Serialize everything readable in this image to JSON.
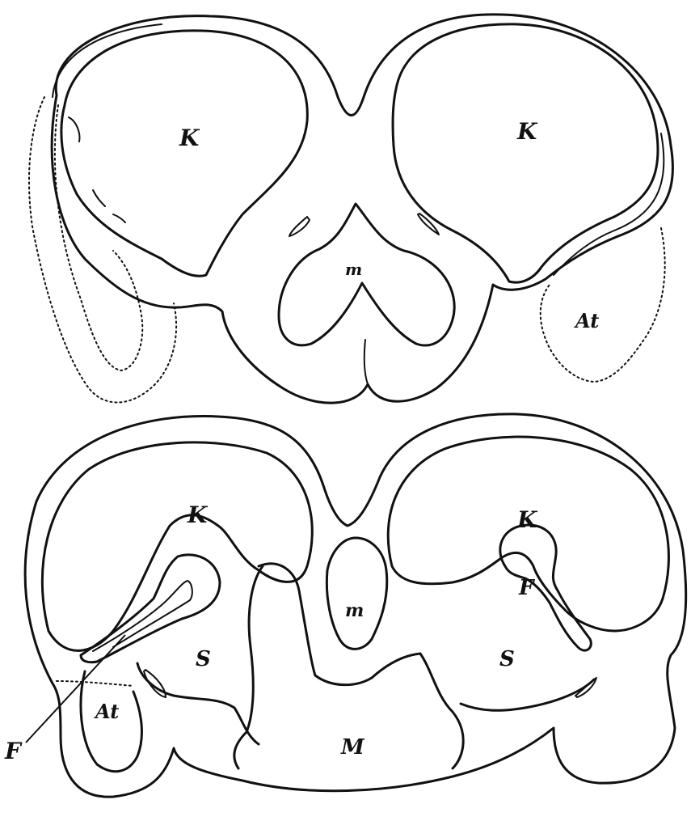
{
  "upper_section": {
    "label_k_left": "K",
    "label_k_right": "K",
    "label_m": "m",
    "label_at": "At"
  },
  "lower_section": {
    "label_k_left": "K",
    "label_k_right": "K",
    "label_m": "m",
    "label_big_m": "M",
    "label_s_left": "S",
    "label_s_right": "S",
    "label_f_right": "F",
    "label_at": "At",
    "label_f_pointer": "F"
  }
}
